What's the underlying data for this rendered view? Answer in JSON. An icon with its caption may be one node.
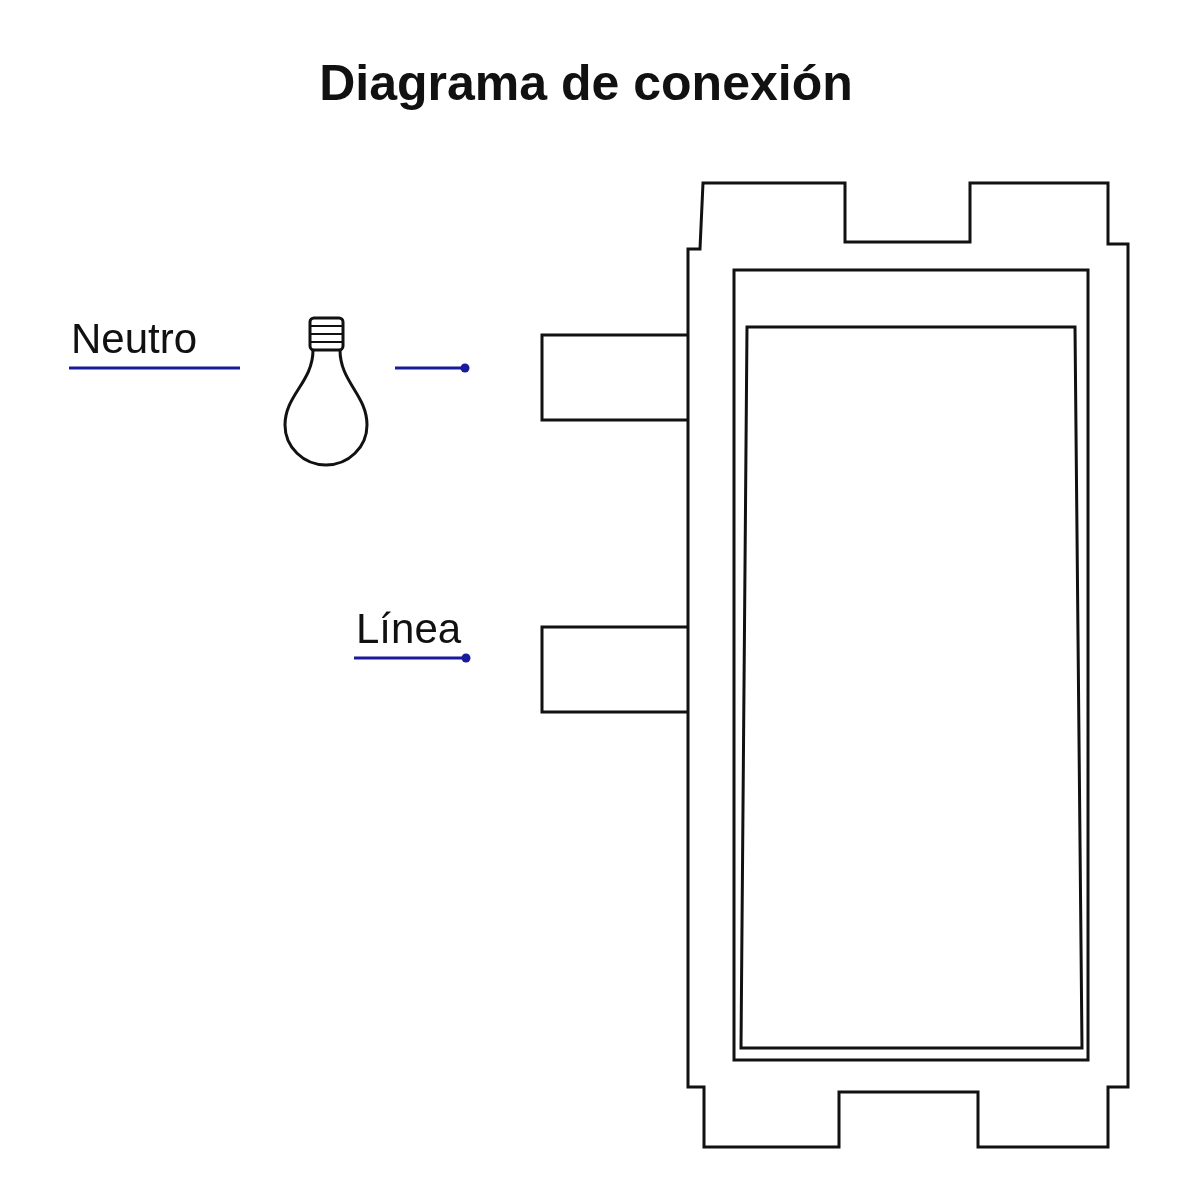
{
  "diagram": {
    "title": "Diagrama de conexión",
    "labels": [
      "Neutro",
      "Línea"
    ]
  }
}
